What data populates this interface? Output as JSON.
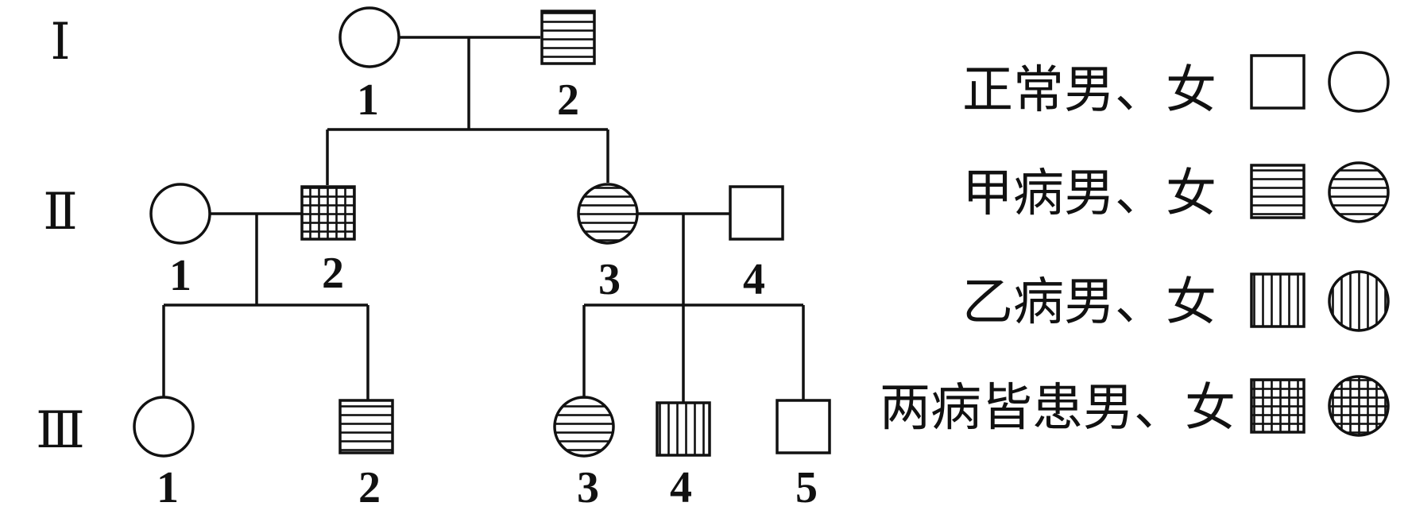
{
  "generations": [
    "Ⅰ",
    "Ⅱ",
    "Ⅲ"
  ],
  "individuals": {
    "I-1": {
      "label": "1",
      "sex": "female",
      "status": "normal"
    },
    "I-2": {
      "label": "2",
      "sex": "male",
      "status": "disease_a"
    },
    "II-1": {
      "label": "1",
      "sex": "female",
      "status": "normal"
    },
    "II-2": {
      "label": "2",
      "sex": "male",
      "status": "both"
    },
    "II-3": {
      "label": "3",
      "sex": "female",
      "status": "disease_a"
    },
    "II-4": {
      "label": "4",
      "sex": "male",
      "status": "normal"
    },
    "III-1": {
      "label": "1",
      "sex": "female",
      "status": "normal"
    },
    "III-2": {
      "label": "2",
      "sex": "male",
      "status": "disease_a"
    },
    "III-3": {
      "label": "3",
      "sex": "female",
      "status": "disease_a"
    },
    "III-4": {
      "label": "4",
      "sex": "male",
      "status": "disease_b"
    },
    "III-5": {
      "label": "5",
      "sex": "male",
      "status": "normal"
    }
  },
  "legend": [
    {
      "label": "正常男、女",
      "status": "normal"
    },
    {
      "label": "甲病男、女",
      "status": "disease_a"
    },
    {
      "label": "乙病男、女",
      "status": "disease_b"
    },
    {
      "label": "两病皆患男、女",
      "status": "both"
    }
  ],
  "colors": {
    "stroke": "#111111",
    "fill": "#ffffff"
  }
}
